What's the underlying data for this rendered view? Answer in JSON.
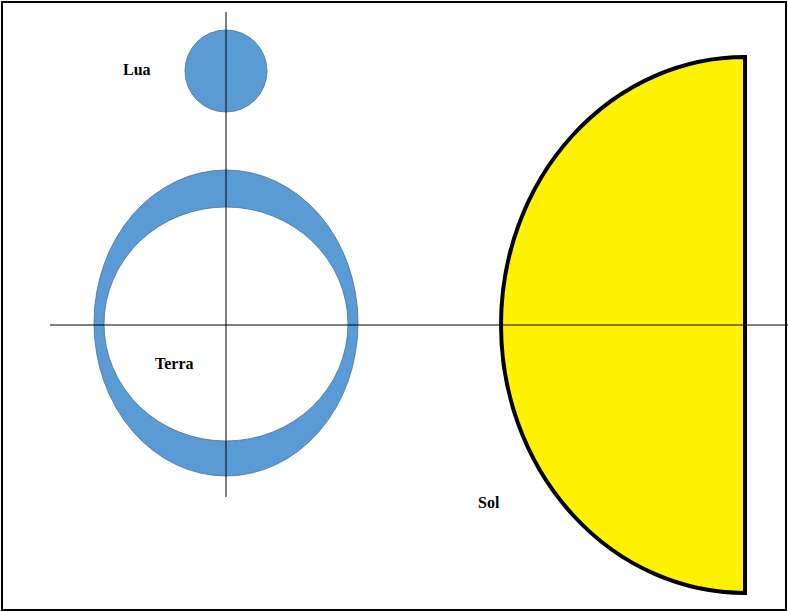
{
  "diagram": {
    "labels": [
      "Lua",
      "Terra",
      "Sol"
    ]
  }
}
